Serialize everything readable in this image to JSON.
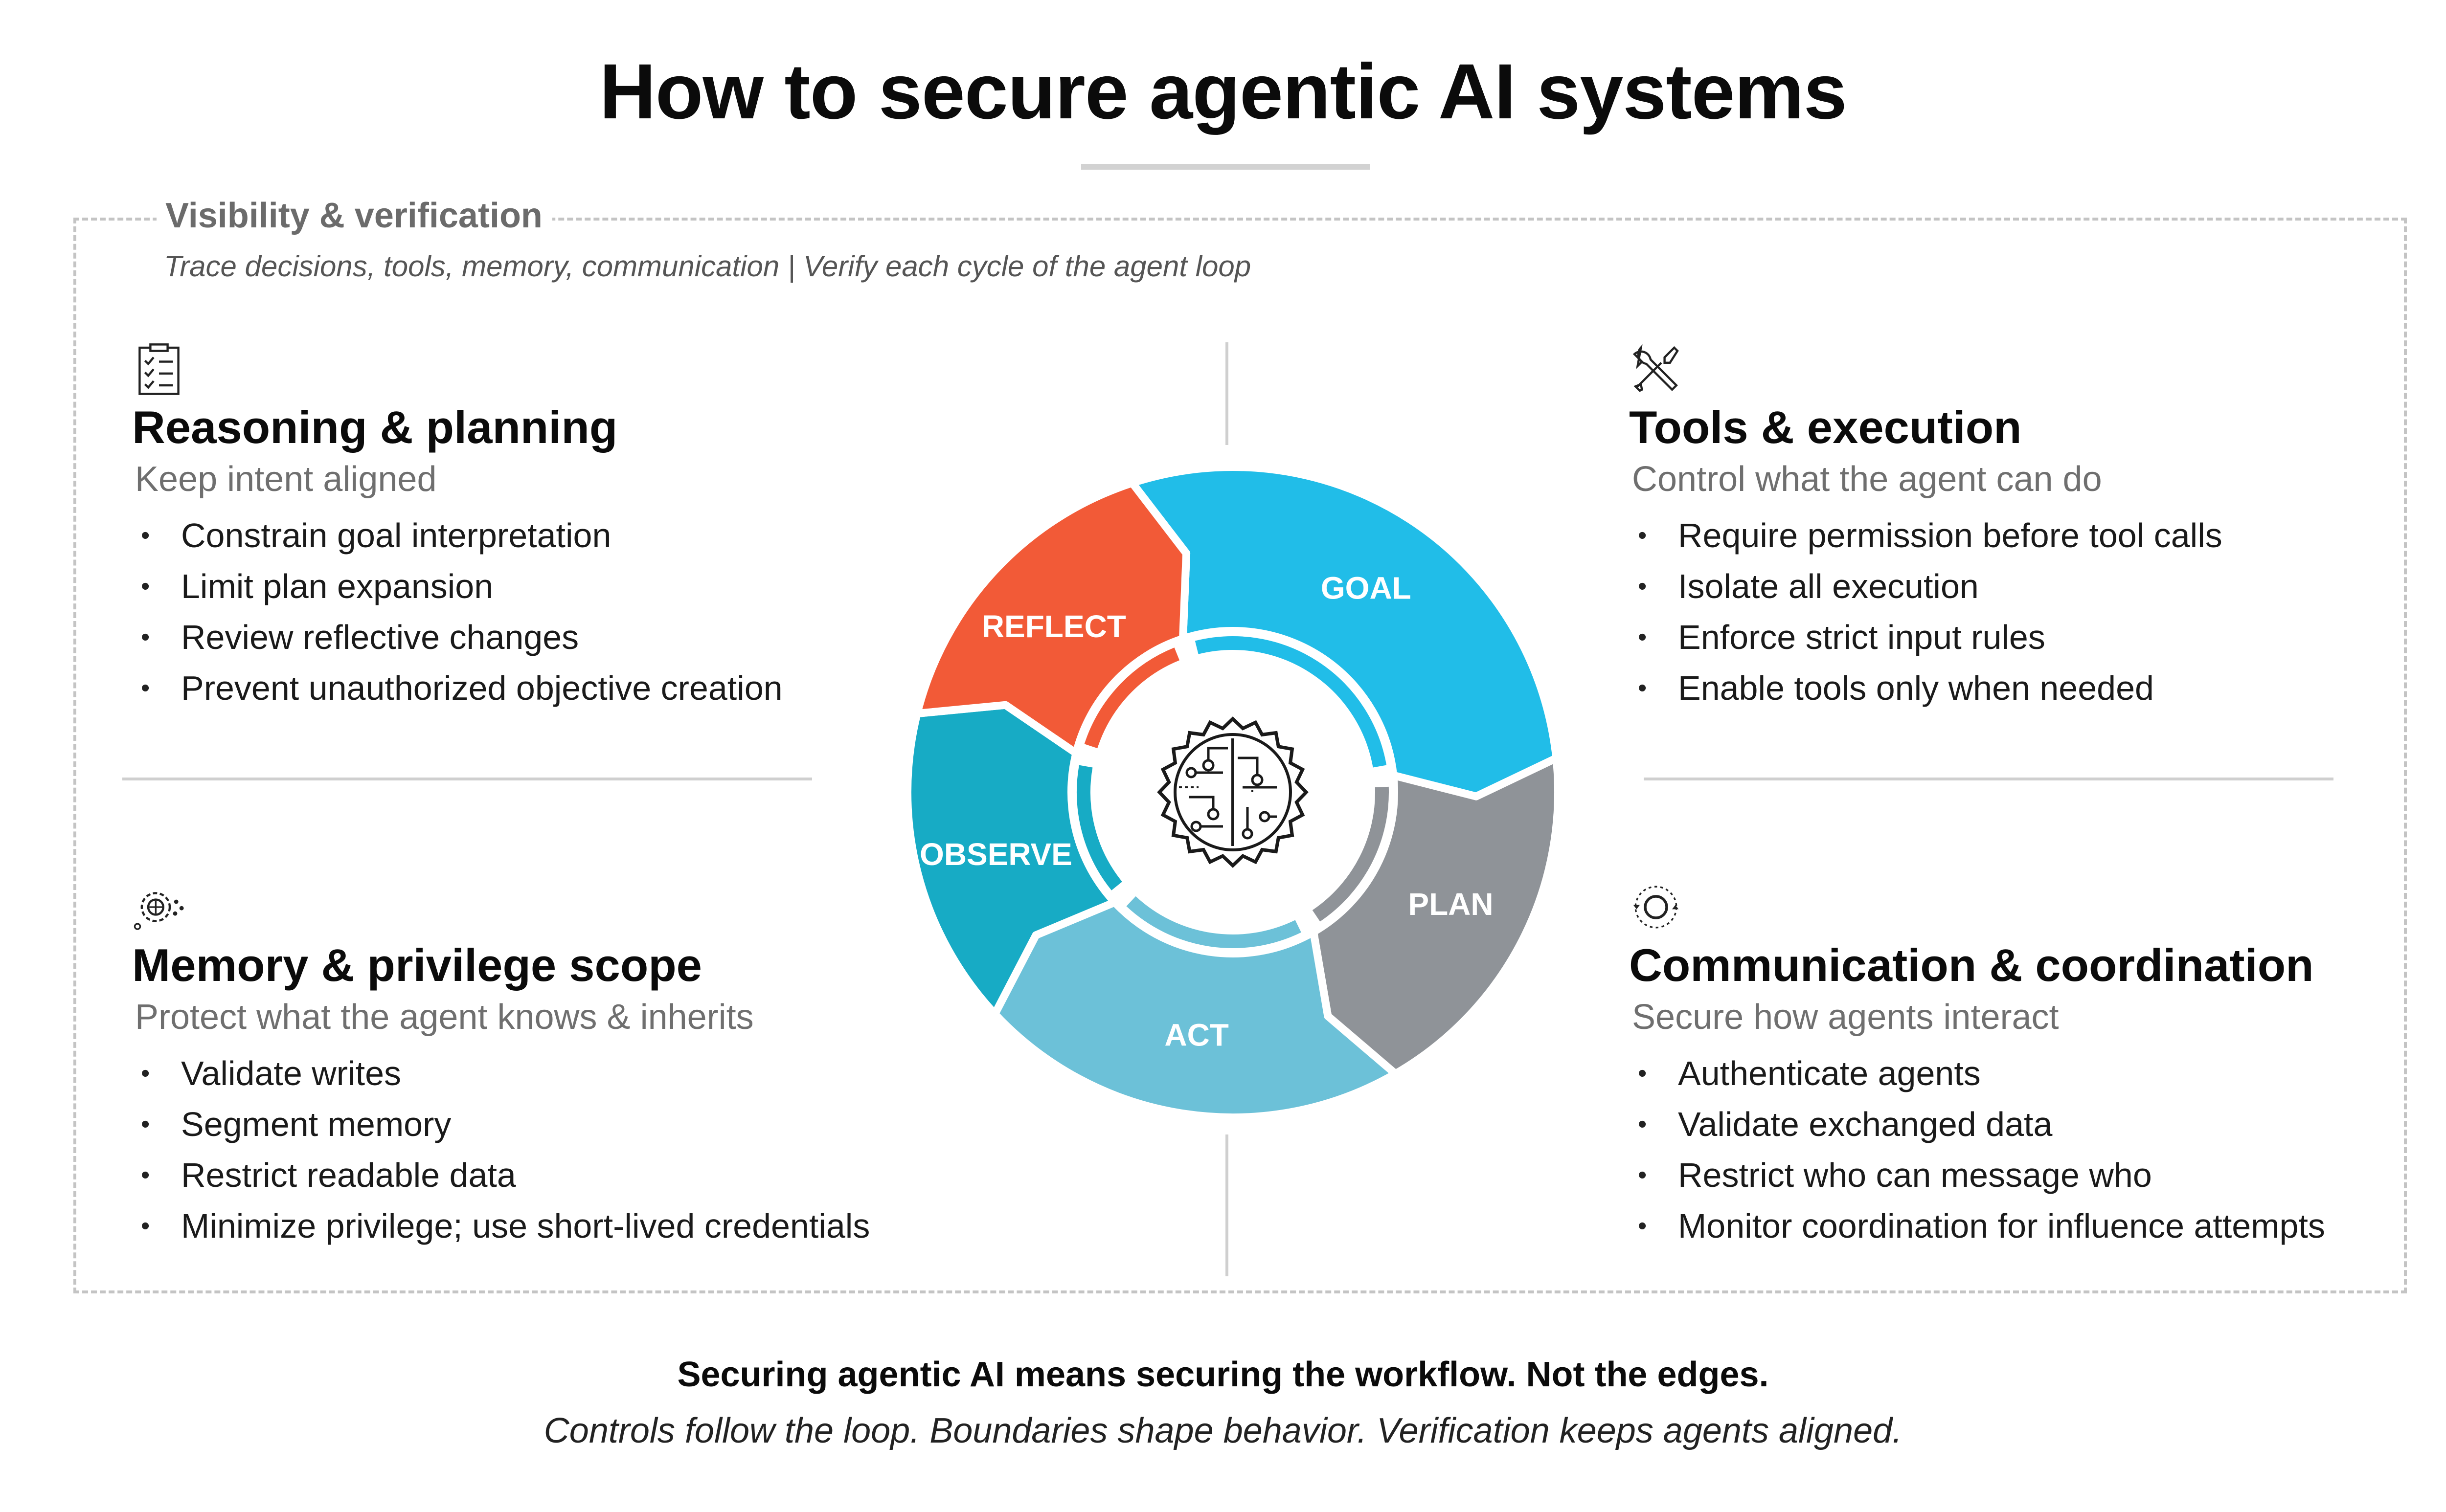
{
  "title": "How to secure agentic AI systems",
  "visibility": {
    "heading": "Visibility & verification",
    "subtitle": "Trace decisions, tools, memory, communication | Verify each cycle of the agent loop"
  },
  "cycle": {
    "stages": [
      {
        "label": "GOAL",
        "color": "#21BDE8"
      },
      {
        "label": "PLAN",
        "color": "#8F9398"
      },
      {
        "label": "ACT",
        "color": "#6CC1D8"
      },
      {
        "label": "OBSERVE",
        "color": "#17ABC5"
      },
      {
        "label": "REFLECT",
        "color": "#F25A37"
      }
    ],
    "center_icon": "circuit-brain-icon"
  },
  "quadrants": {
    "reasoning": {
      "icon": "checklist-icon",
      "title": "Reasoning & planning",
      "subtitle": "Keep intent aligned",
      "items": [
        "Constrain goal interpretation",
        "Limit plan expansion",
        "Review reflective changes",
        "Prevent unauthorized objective creation"
      ]
    },
    "tools": {
      "icon": "tools-icon",
      "title": "Tools & execution",
      "subtitle": "Control what the agent can do",
      "items": [
        "Require permission before tool calls",
        "Isolate all execution",
        "Enforce strict input rules",
        "Enable tools only when needed"
      ]
    },
    "memory": {
      "icon": "memory-gear-icon",
      "title": "Memory & privilege scope",
      "subtitle": "Protect what the agent knows & inherits",
      "items": [
        "Validate writes",
        "Segment memory",
        "Restrict readable data",
        "Minimize privilege; use short-lived credentials"
      ]
    },
    "communication": {
      "icon": "coordination-icon",
      "title": "Communication & coordination",
      "subtitle": "Secure how agents interact",
      "items": [
        "Authenticate agents",
        "Validate exchanged data",
        "Restrict who can message who",
        "Monitor coordination for influence attempts"
      ]
    }
  },
  "footer": {
    "bold": "Securing agentic AI means securing the workflow. Not the edges.",
    "italic": "Controls follow the loop. Boundaries shape behavior. Verification keeps agents aligned."
  }
}
